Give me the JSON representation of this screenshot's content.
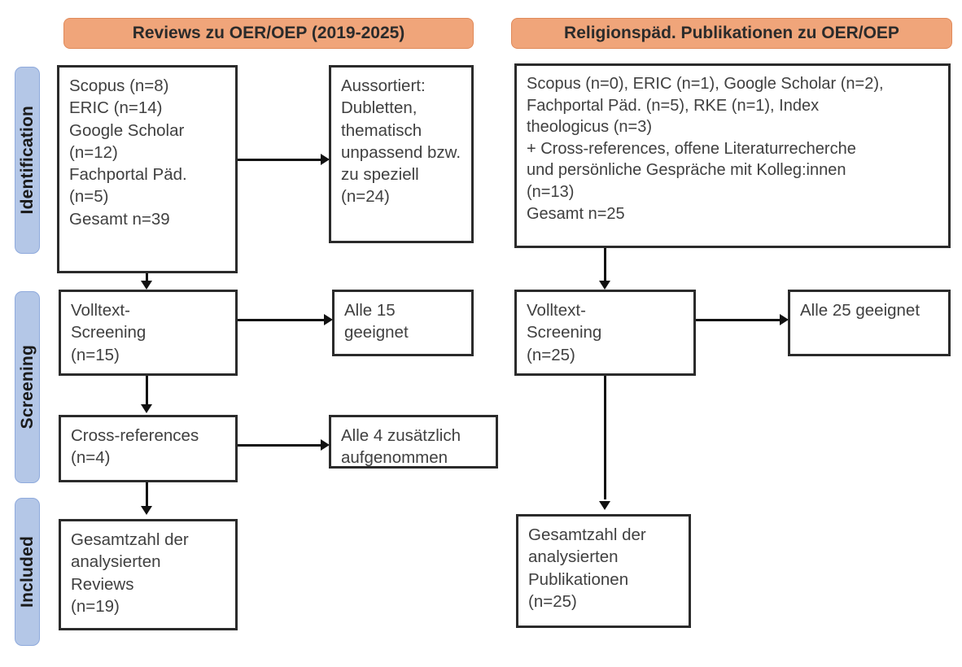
{
  "diagram": {
    "title": "PRISMA-Flussdiagramm",
    "colors": {
      "header_fill": "#f0a57a",
      "header_border": "#e08a5a",
      "stage_fill": "#b4c7e7",
      "stage_border": "#8faadc",
      "box_border": "#2b2b2b",
      "connector": "#111111",
      "text": "#404040"
    }
  },
  "stages": [
    {
      "key": "identification",
      "label": "Identification"
    },
    {
      "key": "screening",
      "label": "Screening"
    },
    {
      "key": "included",
      "label": "Included"
    }
  ],
  "columns": [
    {
      "key": "left",
      "header": "Reviews zu OER/OEP (2019-2025)"
    },
    {
      "key": "right",
      "header": "Religionspäd. Publikationen zu OER/OEP"
    }
  ],
  "boxes": {
    "left_identification": "Scopus (n=8)\nERIC (n=14)\nGoogle Scholar\n(n=12)\nFachportal Päd.\n(n=5)\nGesamt n=39",
    "left_excluded": "Aussortiert:\nDubletten,\nthematisch\nunpassend bzw.\nzu speziell\n(n=24)",
    "left_screening": "Volltext-\nScreening\n(n=15)",
    "left_screening_result": "Alle 15 geeignet",
    "left_crossrefs": "Cross-references\n(n=4)",
    "left_crossrefs_result": "Alle 4 zusätzlich\naufgenommen",
    "left_included": "Gesamtzahl der\nanalysierten\nReviews\n(n=19)",
    "right_identification": "Scopus (n=0), ERIC (n=1), Google Scholar (n=2),\nFachportal Päd. (n=5), RKE (n=1), Index\ntheologicus (n=3)\n+ Cross-references, offene Literaturrecherche\nund persönliche Gespräche mit Kolleg:innen\n(n=13)\nGesamt n=25",
    "right_screening": "Volltext-\nScreening\n(n=25)",
    "right_screening_result": "Alle 25 geeignet",
    "right_included": "Gesamtzahl der\nanalysierten\nPublikationen\n(n=25)"
  },
  "chart_data": {
    "type": "diagram",
    "title": "PRISMA flow diagram: Reviews zu OER/OEP und religionspädagogische Publikationen",
    "columns": [
      "Reviews zu OER/OEP (2019-2025)",
      "Religionspäd. Publikationen zu OER/OEP"
    ],
    "stages": [
      "Identification",
      "Screening",
      "Included"
    ],
    "nodes": [
      {
        "id": "left_identification",
        "stage": "Identification",
        "column": "left",
        "sources": [
          {
            "name": "Scopus",
            "n": 8
          },
          {
            "name": "ERIC",
            "n": 14
          },
          {
            "name": "Google Scholar",
            "n": 12
          },
          {
            "name": "Fachportal Päd.",
            "n": 5
          }
        ],
        "total": 39
      },
      {
        "id": "left_excluded",
        "stage": "Identification",
        "column": "left",
        "reason": "Aussortiert: Dubletten, thematisch unpassend bzw. zu speziell",
        "n": 24
      },
      {
        "id": "left_screening",
        "stage": "Screening",
        "column": "left",
        "label": "Volltext-Screening",
        "n": 15
      },
      {
        "id": "left_screening_result",
        "stage": "Screening",
        "column": "left",
        "label": "Alle 15 geeignet",
        "n": 15
      },
      {
        "id": "left_crossrefs",
        "stage": "Screening",
        "column": "left",
        "label": "Cross-references",
        "n": 4
      },
      {
        "id": "left_crossrefs_result",
        "stage": "Screening",
        "column": "left",
        "label": "Alle 4 zusätzlich aufgenommen",
        "n": 4
      },
      {
        "id": "left_included",
        "stage": "Included",
        "column": "left",
        "label": "Gesamtzahl der analysierten Reviews",
        "n": 19
      },
      {
        "id": "right_identification",
        "stage": "Identification",
        "column": "right",
        "sources": [
          {
            "name": "Scopus",
            "n": 0
          },
          {
            "name": "ERIC",
            "n": 1
          },
          {
            "name": "Google Scholar",
            "n": 2
          },
          {
            "name": "Fachportal Päd.",
            "n": 5
          },
          {
            "name": "RKE",
            "n": 1
          },
          {
            "name": "Index theologicus",
            "n": 3
          },
          {
            "name": "Cross-references, offene Literaturrecherche und persönliche Gespräche mit Kolleg:innen",
            "n": 13
          }
        ],
        "total": 25
      },
      {
        "id": "right_screening",
        "stage": "Screening",
        "column": "right",
        "label": "Volltext-Screening",
        "n": 25
      },
      {
        "id": "right_screening_result",
        "stage": "Screening",
        "column": "right",
        "label": "Alle 25 geeignet",
        "n": 25
      },
      {
        "id": "right_included",
        "stage": "Included",
        "column": "right",
        "label": "Gesamtzahl der analysierten Publikationen",
        "n": 25
      }
    ],
    "edges": [
      {
        "from": "left_identification",
        "to": "left_excluded",
        "direction": "right"
      },
      {
        "from": "left_identification",
        "to": "left_screening",
        "direction": "down"
      },
      {
        "from": "left_screening",
        "to": "left_screening_result",
        "direction": "right"
      },
      {
        "from": "left_screening",
        "to": "left_crossrefs",
        "direction": "down"
      },
      {
        "from": "left_crossrefs",
        "to": "left_crossrefs_result",
        "direction": "right"
      },
      {
        "from": "left_crossrefs",
        "to": "left_included",
        "direction": "down"
      },
      {
        "from": "right_identification",
        "to": "right_screening",
        "direction": "down"
      },
      {
        "from": "right_screening",
        "to": "right_screening_result",
        "direction": "right"
      },
      {
        "from": "right_screening",
        "to": "right_included",
        "direction": "down"
      }
    ]
  }
}
